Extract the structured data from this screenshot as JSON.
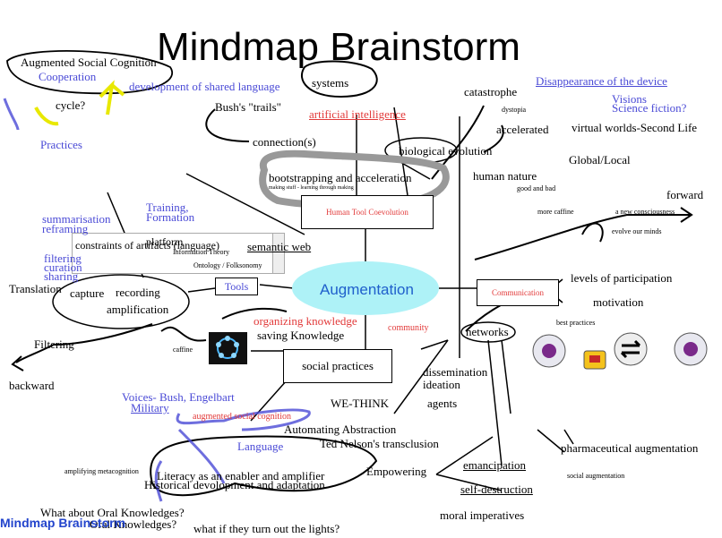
{
  "title": "Mindmap Brainstorm",
  "footer": "Mindmap Brainstorm",
  "center": "Augmentation",
  "boxes": {
    "human_tool": "Human Tool Coevolution",
    "communication": "Communication",
    "tools": "Tools",
    "social_practices": "social practices",
    "systems": "systems"
  },
  "listbox": {
    "items": [
      "constraints of artifacts (language)",
      "Information Theory",
      "Ontology / Folksonomy"
    ],
    "overlay": "platform"
  },
  "labels": {
    "augmented_social_cognition": "Augmented Social Cognition",
    "cooperation": "Cooperation",
    "shared_language": "development of shared language",
    "cycle": "cycle?",
    "practices": "Practices",
    "bush_trails": "Bush's \"trails\"",
    "ai": "artificial intelligence",
    "connections": "connection(s)",
    "catastrophe": "catastrophe",
    "dystopia": "dystopia",
    "accelerated": "accelerated",
    "disappearance": "Disappearance of the device",
    "visions": "Visions",
    "science_fiction": "Science fiction?",
    "virtual_worlds": "virtual worlds-Second Life",
    "biological_evolution": "biological evolution",
    "human_nature": "human nature",
    "good_bad": "good and bad",
    "global_local": "Global/Local",
    "forward": "forward",
    "bootstrapping": "bootstrapping and acceleration",
    "making_stuff": "making stuff - learning through making",
    "more_caffine": "more caffine",
    "new_consciousness": "a new consciousness",
    "evolve_minds": "evolve our minds",
    "summarisation": "summarisation",
    "reframing": "reframing",
    "training": "Training,",
    "formation": "Formation",
    "filtering_l": "filtering",
    "curation": "curation",
    "sharing": "sharing",
    "semantic_web": "semantic web",
    "translation": "Translation",
    "capture": "capture",
    "recording": "recording",
    "amplification": "amplification",
    "levels": "levels of participation",
    "motivation": "motivation",
    "organizing": "organizing knowledge",
    "saving": "saving Knowledge",
    "community": "community",
    "networks": "networks",
    "best_practices": "best practices",
    "filtering": "Filtering",
    "caffine": "caffine",
    "backward": "backward",
    "dissemination": "dissemination",
    "ideation": "ideation",
    "agents": "agents",
    "we_think": "WE-THINK",
    "voices": "Voices- Bush, Engelbart",
    "military": "Military",
    "augmented_sc": "augmented social cognition",
    "automating": "Automating Abstraction",
    "language": "Language",
    "ted_nelson": "Ted Nelson's transclusion",
    "pharma": "pharmaceutical augmentation",
    "social_aug": "social augmentation",
    "amplifying": "amplifying metacognition",
    "literacy": "Literacy as an enabler and amplifier",
    "historical": "Historical devolopment and adaptation",
    "empowering": "Empowering",
    "emancipation": "emancipation",
    "self_destruction": "self-destruction",
    "moral": "moral imperatives",
    "oral": "What about Oral Knowledges?",
    "oral_under": "Oral Knowledges?",
    "lights": "what if they turn out the lights?"
  },
  "colors": {
    "black": "#000000",
    "blue": "#4a4ad6",
    "red": "#e23a3a",
    "highlight": "#aef2f7",
    "footer": "#2244cc"
  }
}
